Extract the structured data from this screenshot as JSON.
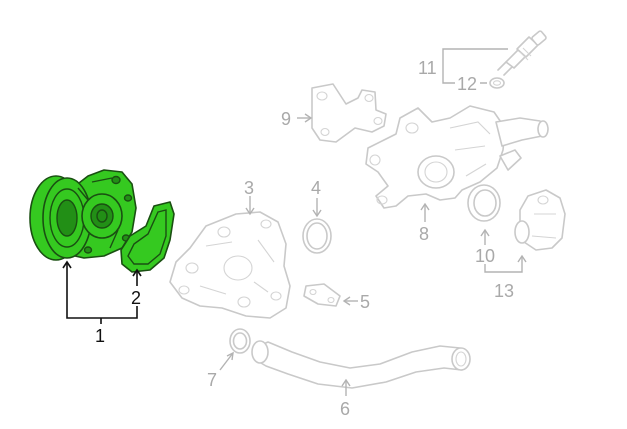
{
  "callouts": [
    {
      "id": "1",
      "text": "1",
      "highlighted": true
    },
    {
      "id": "2",
      "text": "2",
      "highlighted": true
    },
    {
      "id": "3",
      "text": "3",
      "highlighted": false
    },
    {
      "id": "4",
      "text": "4",
      "highlighted": false
    },
    {
      "id": "5",
      "text": "5",
      "highlighted": false
    },
    {
      "id": "6",
      "text": "6",
      "highlighted": false
    },
    {
      "id": "7",
      "text": "7",
      "highlighted": false
    },
    {
      "id": "8",
      "text": "8",
      "highlighted": false
    },
    {
      "id": "9",
      "text": "9",
      "highlighted": false
    },
    {
      "id": "10",
      "text": "10",
      "highlighted": false
    },
    {
      "id": "11",
      "text": "11",
      "highlighted": false
    },
    {
      "id": "12",
      "text": "12",
      "highlighted": false
    },
    {
      "id": "13",
      "text": "13",
      "highlighted": false
    }
  ],
  "colors": {
    "highlight_fill": "#35c920",
    "highlight_outline": "#1a4f12",
    "ghost_outline": "#c9c9c9",
    "label_dark": "#111111",
    "label_muted": "#a9a9a9"
  }
}
